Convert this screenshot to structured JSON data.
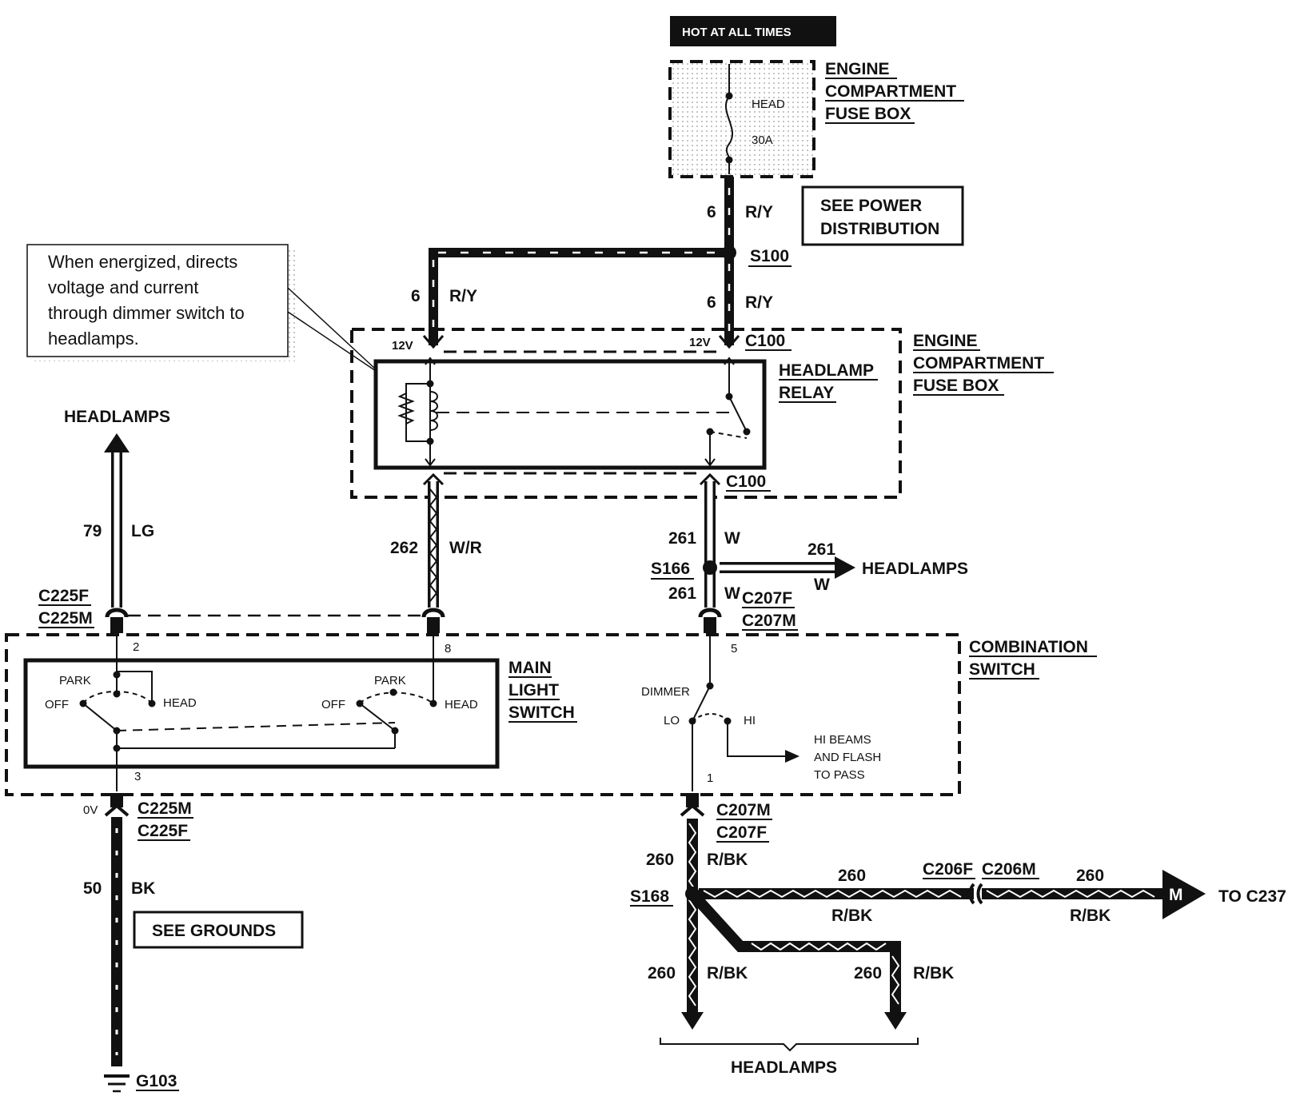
{
  "labels": {
    "hot_at_all_times": "HOT AT ALL TIMES",
    "fuse_box_top_1": "ENGINE",
    "fuse_box_top_2": "COMPARTMENT",
    "fuse_box_top_3": "FUSE BOX",
    "fuse_name": "HEAD",
    "fuse_rating": "30A",
    "see_power_1": "SEE POWER",
    "see_power_2": "DISTRIBUTION",
    "splice_s100": "S100",
    "callout_1": "When energized, directs",
    "callout_2": "voltage and current",
    "callout_3": "through dimmer switch to",
    "callout_4": "headlamps.",
    "v12_left": "12V",
    "v12_right": "12V",
    "c100_top": "C100",
    "c100_bottom": "C100",
    "relay_1": "HEADLAMP",
    "relay_2": "RELAY",
    "fuse_box_mid_1": "ENGINE",
    "fuse_box_mid_2": "COMPARTMENT",
    "fuse_box_mid_3": "FUSE BOX",
    "headlamps_left": "HEADLAMPS",
    "headlamps_s166": "HEADLAMPS",
    "headlamps_bottom": "HEADLAMPS",
    "s166": "S166",
    "s168": "S168",
    "c225f_top": "C225F",
    "c225m_top": "C225M",
    "c225m_bot": "C225M",
    "c225f_bot": "C225F",
    "c207f_top": "C207F",
    "c207m_top": "C207M",
    "c207m_bot": "C207M",
    "c207f_bot": "C207F",
    "c206f": "C206F",
    "c206m": "C206M",
    "combo_1": "COMBINATION",
    "combo_2": "SWITCH",
    "main_1": "MAIN",
    "main_2": "LIGHT",
    "main_3": "SWITCH",
    "park_left": "PARK",
    "park_right": "PARK",
    "off_left": "OFF",
    "off_right": "OFF",
    "head_left": "HEAD",
    "head_right": "HEAD",
    "dimmer": "DIMMER",
    "lo": "LO",
    "hi": "HI",
    "hi_beams_1": "HI BEAMS",
    "hi_beams_2": "AND FLASH",
    "hi_beams_3": "TO PASS",
    "pin_2": "2",
    "pin_8": "8",
    "pin_5": "5",
    "pin_3": "3",
    "pin_1": "1",
    "zero_v": "0V",
    "see_grounds": "SEE GROUNDS",
    "g103": "G103",
    "to_c237": "TO C237",
    "module_m": "M"
  },
  "wires": {
    "w6a": {
      "circuit": "6",
      "color": "R/Y"
    },
    "w6b": {
      "circuit": "6",
      "color": "R/Y"
    },
    "w6c": {
      "circuit": "6",
      "color": "R/Y"
    },
    "w79": {
      "circuit": "79",
      "color": "LG"
    },
    "w262": {
      "circuit": "262",
      "color": "W/R"
    },
    "w261a": {
      "circuit": "261",
      "color": "W"
    },
    "w261b": {
      "circuit": "261",
      "color": "W"
    },
    "w261c": {
      "circuit": "261",
      "color": "W"
    },
    "w260a": {
      "circuit": "260",
      "color": "R/BK"
    },
    "w260b": {
      "circuit": "260",
      "color": "R/BK"
    },
    "w260c": {
      "circuit": "260",
      "color": "R/BK"
    },
    "w260d": {
      "circuit": "260",
      "color": "R/BK"
    },
    "w260e": {
      "circuit": "260",
      "color": "R/BK"
    },
    "w50": {
      "circuit": "50",
      "color": "BK"
    }
  }
}
